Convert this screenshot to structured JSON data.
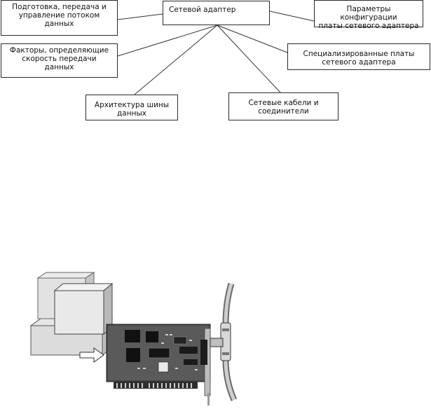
{
  "diagram": {
    "center": "Сетевой адаптер",
    "nodes": {
      "flow_control": "Подготовка, передача и\nуправление потоком\nданных",
      "config": "Параметры конфигурации\nплаты сетевого адаптера",
      "speed": "Факторы, определяющие\nскорость передачи\nданных",
      "special": "Специализированные платы\nсетевого адаптера",
      "bus": "Архитектура шины\nданных",
      "cables": "Сетевые кабели и\nсоединители"
    }
  },
  "illustration": {
    "subject": "network-adapter-card-with-computer"
  }
}
